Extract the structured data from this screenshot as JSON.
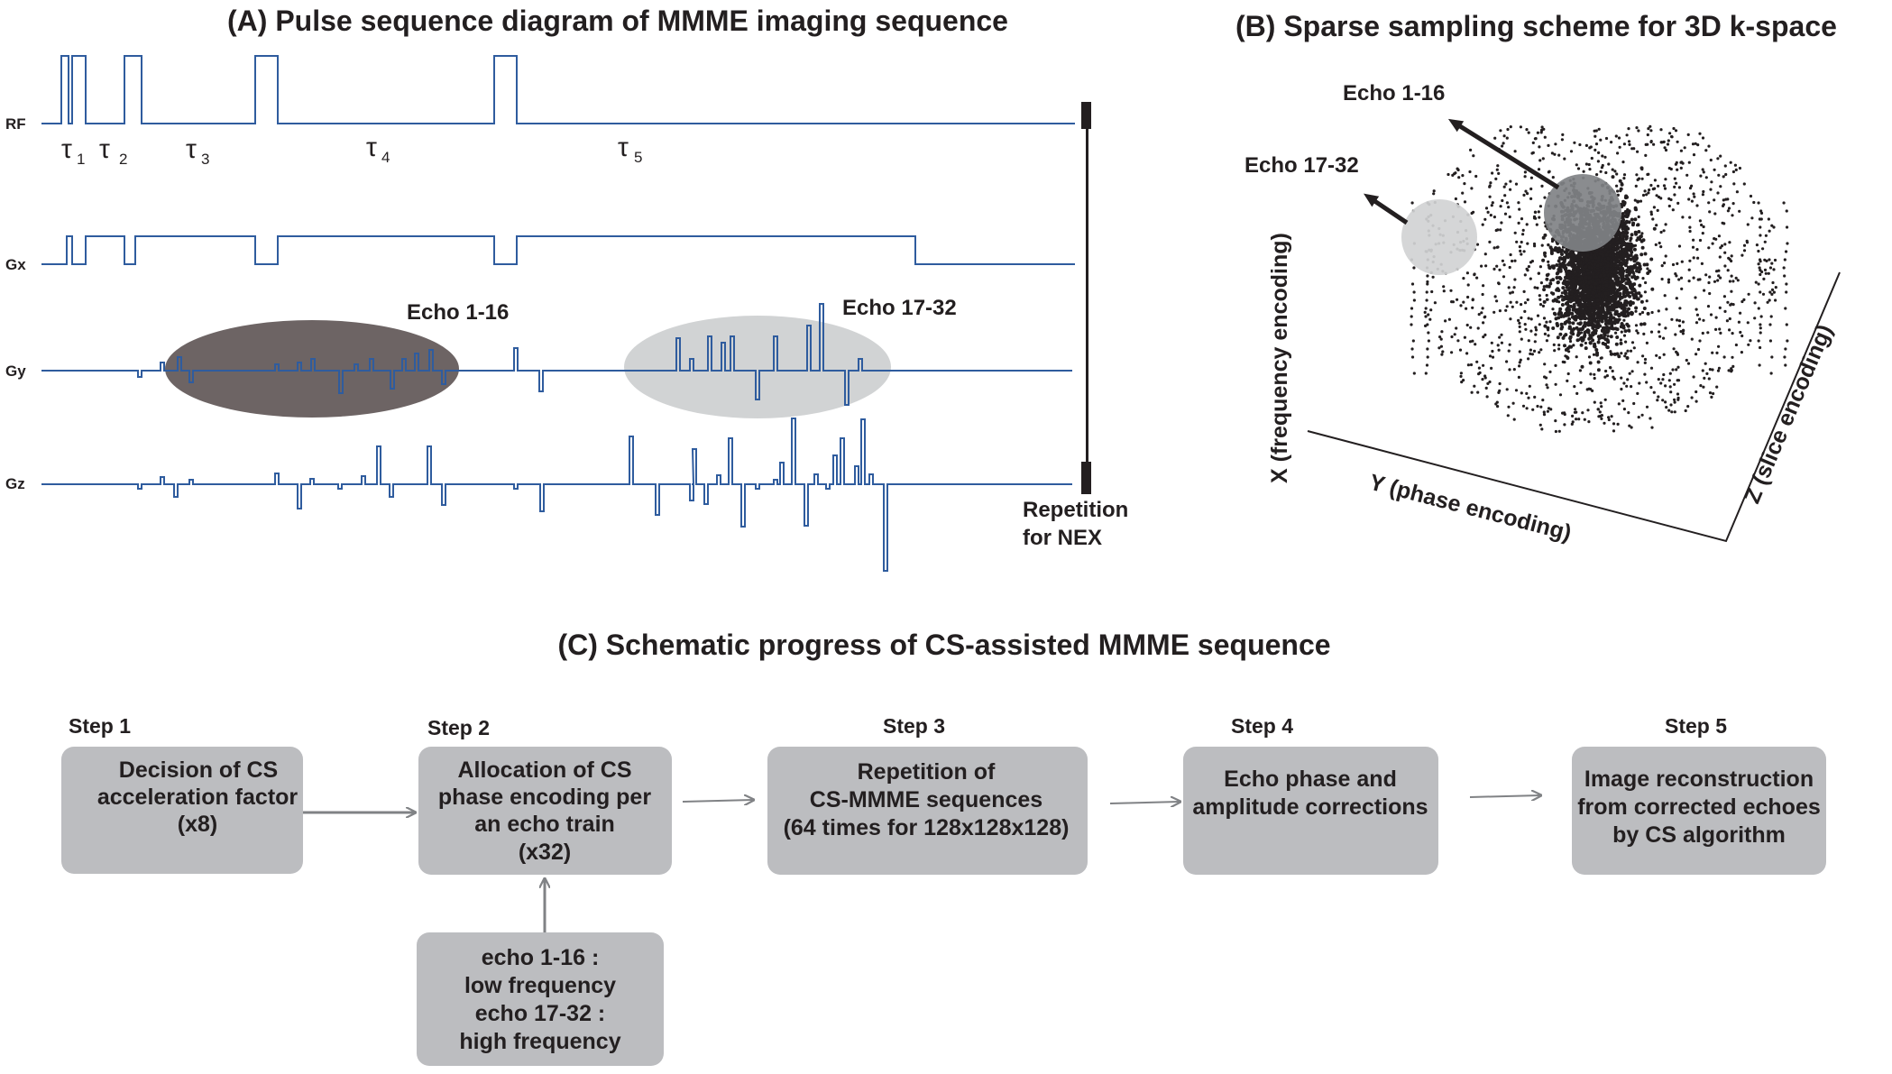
{
  "panel_a": {
    "title": "(A) Pulse sequence diagram of MMME imaging sequence",
    "channels": {
      "rf": "RF",
      "gx": "Gx",
      "gy": "Gy",
      "gz": "Gz"
    },
    "tau_symbol": "τ",
    "taus": [
      "1",
      "2",
      "3",
      "4",
      "5"
    ],
    "echo_groups": [
      {
        "label": "Echo 1-16",
        "color": "#6d6464"
      },
      {
        "label": "Echo 17-32",
        "color": "#d1d3d4"
      }
    ],
    "repetition_label": [
      "Repetition",
      "for NEX"
    ]
  },
  "panel_b": {
    "title": "(B) Sparse sampling scheme for 3D k-space",
    "echo_labels": [
      "Echo 1-16",
      "Echo 17-32"
    ],
    "axes": {
      "x": "X (frequency encoding)",
      "y": "Y (phase encoding)",
      "z": "Z (slice encoding)"
    }
  },
  "panel_c": {
    "title": "(C) Schematic progress of CS-assisted MMME sequence",
    "steps": [
      {
        "label": "Step 1",
        "lines": [
          "Decision of CS",
          "acceleration factor",
          "(x8)"
        ]
      },
      {
        "label": "Step 2",
        "lines": [
          "Allocation of CS",
          "phase encoding per",
          "an echo train",
          "(x32)"
        ]
      },
      {
        "label": "Step 3",
        "lines": [
          "Repetition of",
          "CS-MMME sequences",
          "(64 times for 128x128x128)"
        ]
      },
      {
        "label": "Step 4",
        "lines": [
          "Echo  phase and",
          "amplitude corrections"
        ]
      },
      {
        "label": "Step 5",
        "lines": [
          "Image reconstruction",
          "from corrected echoes",
          "by CS algorithm"
        ]
      }
    ],
    "sub_box_lines": [
      "echo 1-16 :",
      "low frequency",
      "echo 17-32 :",
      "high frequency"
    ]
  },
  "colors": {
    "waveform": "#2f5c9e",
    "box_fill": "#bcbdc0",
    "arrow": "#808285",
    "text": "#231f20"
  }
}
